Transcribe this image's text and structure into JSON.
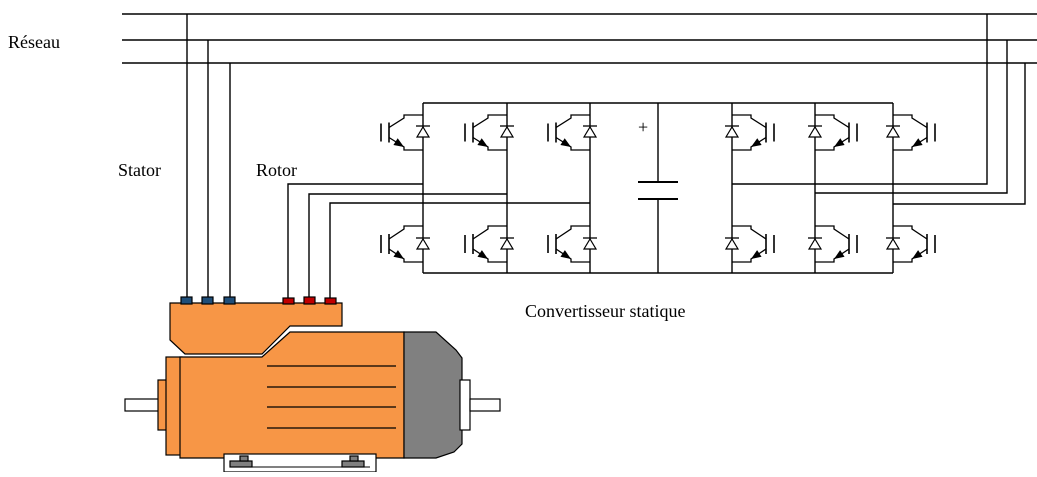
{
  "labels": {
    "grid": "Réseau",
    "stator": "Stator",
    "rotor": "Rotor",
    "converter": "Convertisseur statique",
    "dc_plus": "+"
  },
  "colors": {
    "motor_body": "#F79646",
    "motor_end_cap": "#808080",
    "stator_terminals": "#1F4E79",
    "rotor_terminals": "#C00000"
  }
}
